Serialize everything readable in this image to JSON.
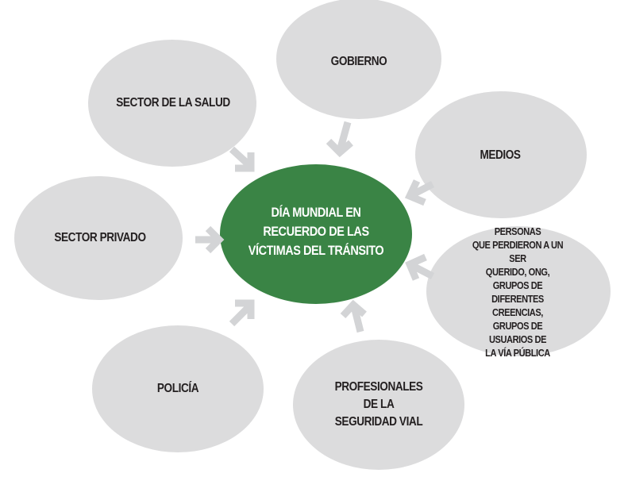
{
  "colors": {
    "center": "#3a8445",
    "node": "#dcdcdd",
    "arrow": "#d3d4d6",
    "text": "#231f20"
  },
  "center": {
    "label": "DÍA MUNDIAL EN\nRECUERDO DE LAS\nVÍCTIMAS DEL TRÁNSITO"
  },
  "nodes": [
    {
      "label": "GOBIERNO"
    },
    {
      "label": "SECTOR DE LA SALUD"
    },
    {
      "label": "MEDIOS"
    },
    {
      "label": "SECTOR PRIVADO"
    },
    {
      "label": "PERSONAS\nQUE PERDIERON A UN SER\nQUERIDO, ONG, GRUPOS DE\nDIFERENTES CREENCIAS,\nGRUPOS DE USUARIOS DE\nLA VÍA PÚBLICA"
    },
    {
      "label": "POLICÍA"
    },
    {
      "label": "PROFESIONALES\nDE LA\nSEGURIDAD VIAL"
    }
  ]
}
